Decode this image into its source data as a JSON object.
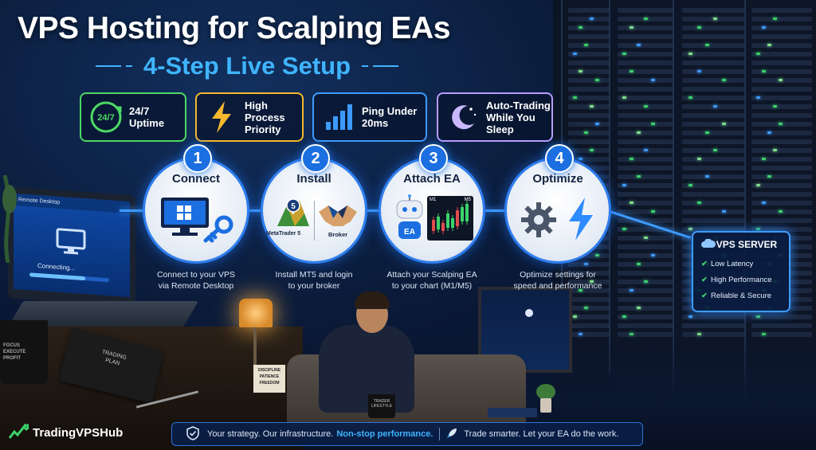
{
  "title": "VPS Hosting for Scalping EAs",
  "subtitle": "4-Step Live Setup",
  "features": [
    {
      "icon": "clock-refresh-icon",
      "icon_text": "24/7",
      "label": "24/7\nUptime",
      "color": "#4cd964"
    },
    {
      "icon": "lightning-icon",
      "label": "High\nProcess\nPriority",
      "color": "#f5b82e"
    },
    {
      "icon": "signal-bars-icon",
      "label": "Ping Under\n20ms",
      "color": "#3d9bff"
    },
    {
      "icon": "moon-stars-icon",
      "label": "Auto-Trading\nWhile You\nSleep",
      "color": "#b79cff"
    }
  ],
  "steps": [
    {
      "number": "1",
      "title": "Connect",
      "description": "Connect to your VPS\nvia Remote Desktop",
      "icons": [
        "monitor-windows-icon",
        "key-icon"
      ]
    },
    {
      "number": "2",
      "title": "Install",
      "description": "Install MT5 and login\nto your broker",
      "icons": [
        "metatrader-icon",
        "handshake-icon"
      ],
      "icon_labels": [
        "MetaTrader 5",
        "Broker"
      ],
      "badge": "5"
    },
    {
      "number": "3",
      "title": "Attach EA",
      "description": "Attach your Scalping EA\nto your chart (M1/M5)",
      "icons": [
        "robot-ea-icon",
        "candlestick-chart-icon"
      ],
      "icon_labels": [
        "EA",
        "M1",
        "M5"
      ]
    },
    {
      "number": "4",
      "title": "Optimize",
      "description": "Optimize settings for\nspeed and performance",
      "icons": [
        "gear-icon",
        "lightning-icon"
      ]
    }
  ],
  "laptop": {
    "window_title": "Remote Desktop",
    "status": "Connecting..."
  },
  "vps_box": {
    "title": "VPS SERVER",
    "items": [
      "Low Latency",
      "High Performance",
      "Reliable & Secure"
    ]
  },
  "desk_items": {
    "notebook": "TRADING\nPLAN",
    "mug": "FOCUS\nEXECUTE\nPROFIT",
    "sign": "DISCIPLINE\nPATIENCE\nFREEDOM",
    "coffee_mug": "TRADER\nLIFESTYLE"
  },
  "footer": {
    "part1": "Your strategy. Our infrastructure.",
    "part2": "Non-stop performance.",
    "part3": "Trade smarter. Let your EA do the work."
  },
  "brand": {
    "name": "TradingVPSHub"
  },
  "colors": {
    "accent": "#3fb4ff",
    "step_ring": "#2e7ef0",
    "check": "#3bd36b"
  }
}
